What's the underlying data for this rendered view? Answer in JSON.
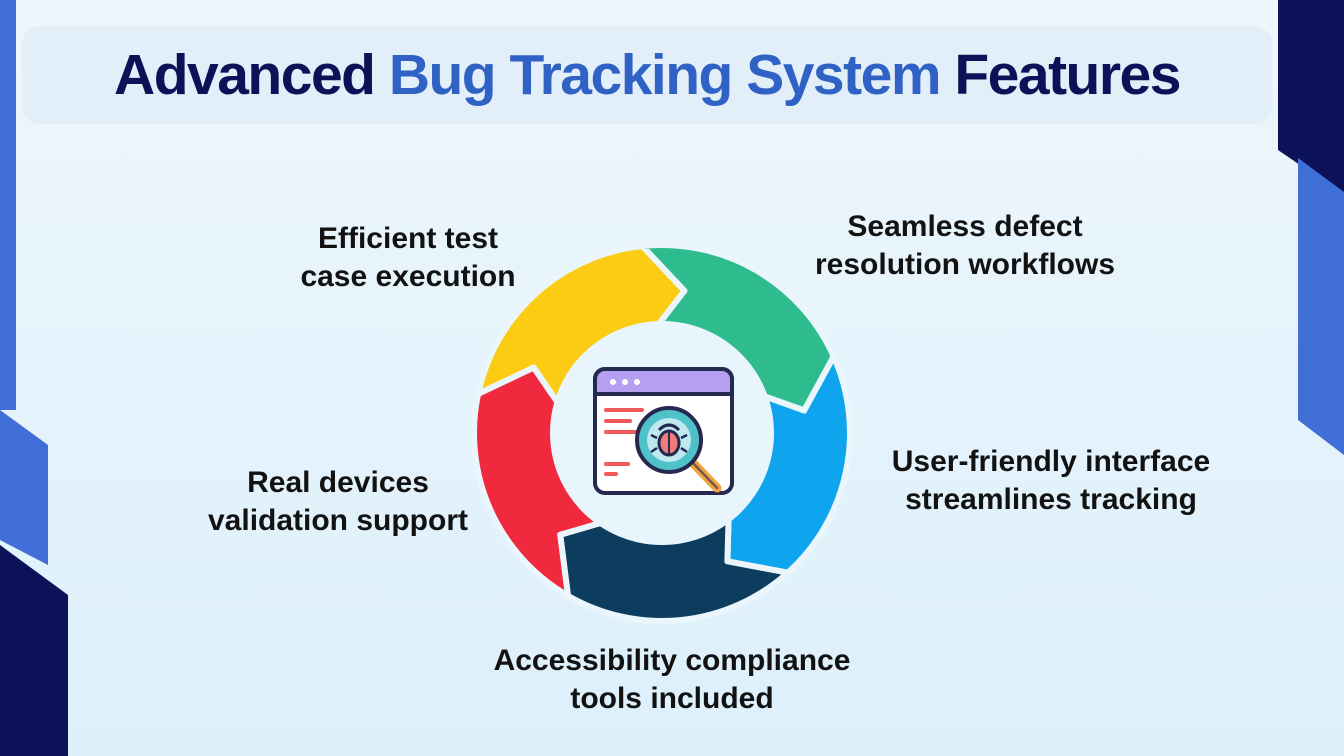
{
  "title": {
    "part1": "Advanced",
    "part2": "Bug Tracking System",
    "part3": "Features"
  },
  "features": [
    {
      "line1": "Efficient test",
      "line2": "case execution",
      "color": "#fccc14"
    },
    {
      "line1": "Seamless defect",
      "line2": "resolution workflows",
      "color": "#2ebb8e"
    },
    {
      "line1": "User-friendly interface",
      "line2": "streamlines tracking",
      "color": "#0ea5ee"
    },
    {
      "line1": "Accessibility compliance",
      "line2": "tools included",
      "color": "#0c3d5e"
    },
    {
      "line1": "Real devices",
      "line2": "validation support",
      "color": "#f0293f"
    }
  ],
  "center_icon": "browser-bug-search-icon",
  "colors": {
    "title_dark": "#0b1258",
    "title_blue": "#3062c6",
    "corner_navy": "#0b1258",
    "corner_blue": "#3f6fd6"
  }
}
